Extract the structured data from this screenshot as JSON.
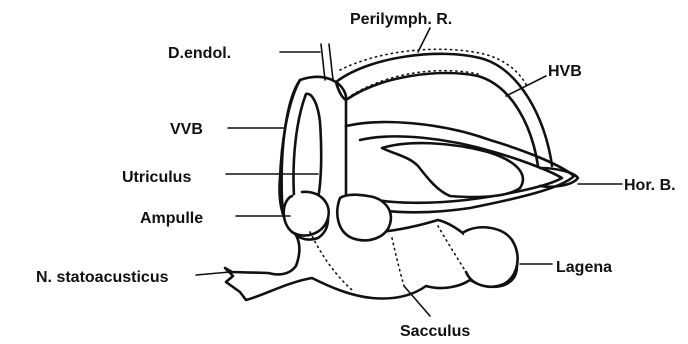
{
  "labels": {
    "perilymph": "Perilymph. R.",
    "d_endol": "D.endol.",
    "hvb": "HVB",
    "vvb": "VVB",
    "utriculus": "Utriculus",
    "hor_b": "Hor. B.",
    "ampulle": "Ampulle",
    "n_statoacusticus": "N. statoacusticus",
    "lagena": "Lagena",
    "sacculus": "Sacculus"
  },
  "colors": {
    "line": "#111111",
    "background": "#ffffff"
  }
}
